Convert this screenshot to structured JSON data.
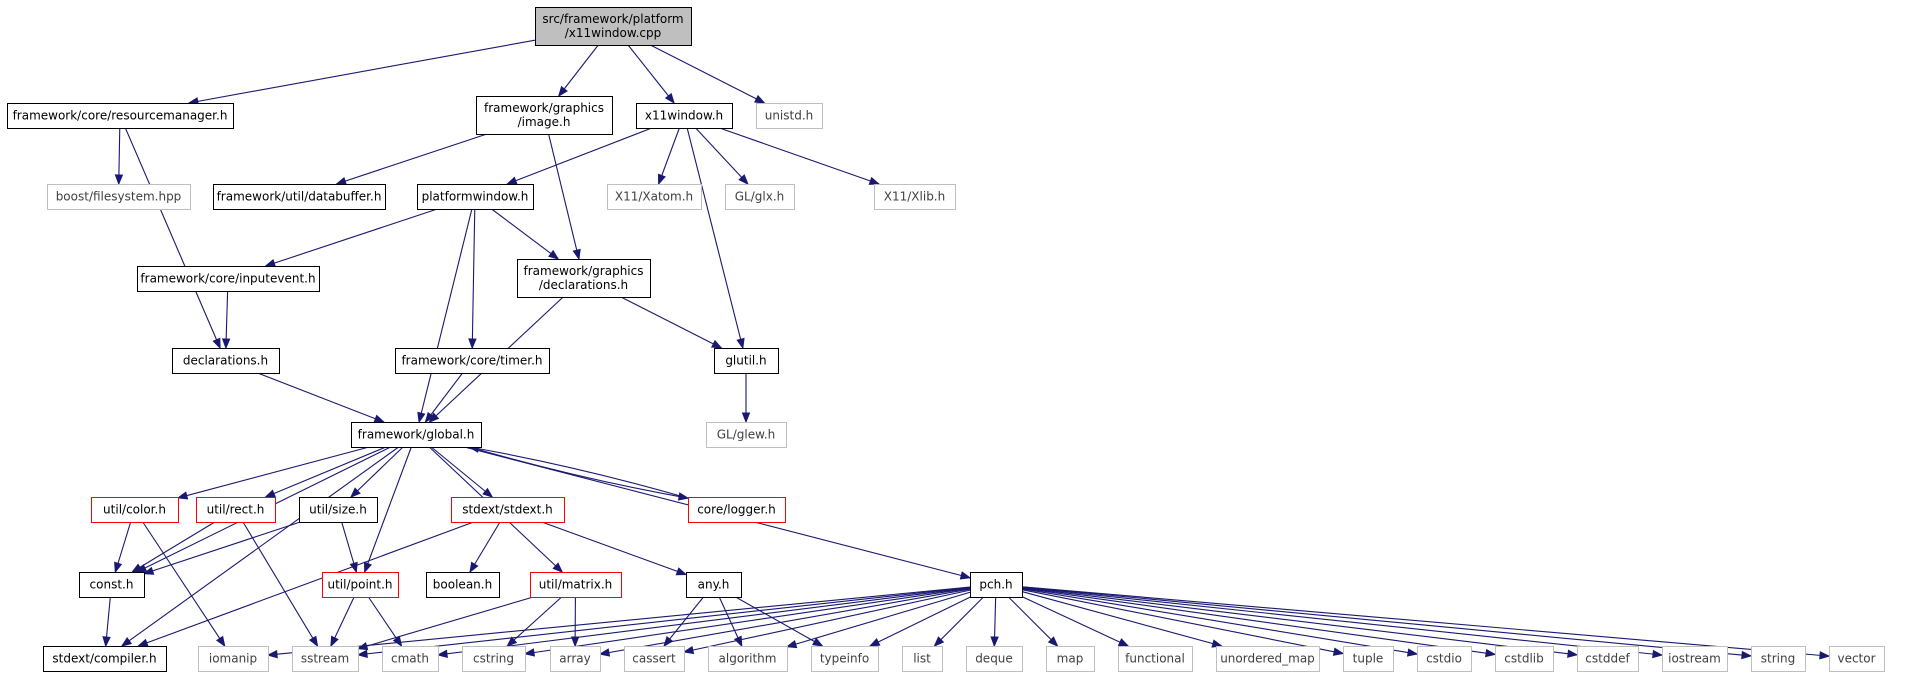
{
  "diagram": {
    "title": "",
    "colors": {
      "edge": "#191970",
      "root_fill": "#bfbfbf",
      "normal_border": "#000000",
      "truncated_border": "#ff0000",
      "external_border": "#bfbfbf",
      "external_text": "#404040",
      "text": "#000000"
    },
    "nodes": [
      {
        "id": "root",
        "lines": [
          "src/framework/platform",
          "/x11window.cpp"
        ],
        "kind": "root"
      },
      {
        "id": "resourcemanager",
        "lines": [
          "framework/core/resourcemanager.h"
        ],
        "kind": "normal"
      },
      {
        "id": "image",
        "lines": [
          "framework/graphics",
          "/image.h"
        ],
        "kind": "normal"
      },
      {
        "id": "x11window_h",
        "lines": [
          "x11window.h"
        ],
        "kind": "normal"
      },
      {
        "id": "unistd",
        "lines": [
          "unistd.h"
        ],
        "kind": "external"
      },
      {
        "id": "boost_fs",
        "lines": [
          "boost/filesystem.hpp"
        ],
        "kind": "external"
      },
      {
        "id": "databuffer",
        "lines": [
          "framework/util/databuffer.h"
        ],
        "kind": "normal"
      },
      {
        "id": "platformwindow",
        "lines": [
          "platformwindow.h"
        ],
        "kind": "normal"
      },
      {
        "id": "xatom",
        "lines": [
          "X11/Xatom.h"
        ],
        "kind": "external"
      },
      {
        "id": "glx",
        "lines": [
          "GL/glx.h"
        ],
        "kind": "external"
      },
      {
        "id": "xlib",
        "lines": [
          "X11/Xlib.h"
        ],
        "kind": "external"
      },
      {
        "id": "inputevent",
        "lines": [
          "framework/core/inputevent.h"
        ],
        "kind": "normal"
      },
      {
        "id": "gdecl",
        "lines": [
          "framework/graphics",
          "/declarations.h"
        ],
        "kind": "normal"
      },
      {
        "id": "declarations",
        "lines": [
          "declarations.h"
        ],
        "kind": "normal"
      },
      {
        "id": "timer",
        "lines": [
          "framework/core/timer.h"
        ],
        "kind": "normal"
      },
      {
        "id": "glutil",
        "lines": [
          "glutil.h"
        ],
        "kind": "normal"
      },
      {
        "id": "glew",
        "lines": [
          "GL/glew.h"
        ],
        "kind": "external"
      },
      {
        "id": "global",
        "lines": [
          "framework/global.h"
        ],
        "kind": "normal"
      },
      {
        "id": "color",
        "lines": [
          "util/color.h"
        ],
        "kind": "truncated"
      },
      {
        "id": "rect",
        "lines": [
          "util/rect.h"
        ],
        "kind": "truncated"
      },
      {
        "id": "size",
        "lines": [
          "util/size.h"
        ],
        "kind": "normal"
      },
      {
        "id": "stdext",
        "lines": [
          "stdext/stdext.h"
        ],
        "kind": "truncated"
      },
      {
        "id": "logger",
        "lines": [
          "core/logger.h"
        ],
        "kind": "truncated"
      },
      {
        "id": "const",
        "lines": [
          "const.h"
        ],
        "kind": "normal"
      },
      {
        "id": "point",
        "lines": [
          "util/point.h"
        ],
        "kind": "truncated"
      },
      {
        "id": "boolean",
        "lines": [
          "boolean.h"
        ],
        "kind": "normal"
      },
      {
        "id": "matrix",
        "lines": [
          "util/matrix.h"
        ],
        "kind": "truncated"
      },
      {
        "id": "any",
        "lines": [
          "any.h"
        ],
        "kind": "normal"
      },
      {
        "id": "pch",
        "lines": [
          "pch.h"
        ],
        "kind": "normal"
      },
      {
        "id": "compiler",
        "lines": [
          "stdext/compiler.h"
        ],
        "kind": "normal"
      },
      {
        "id": "iomanip",
        "lines": [
          "iomanip"
        ],
        "kind": "external"
      },
      {
        "id": "sstream",
        "lines": [
          "sstream"
        ],
        "kind": "external"
      },
      {
        "id": "cmath",
        "lines": [
          "cmath"
        ],
        "kind": "external"
      },
      {
        "id": "cstring",
        "lines": [
          "cstring"
        ],
        "kind": "external"
      },
      {
        "id": "array",
        "lines": [
          "array"
        ],
        "kind": "external"
      },
      {
        "id": "cassert",
        "lines": [
          "cassert"
        ],
        "kind": "external"
      },
      {
        "id": "algorithm",
        "lines": [
          "algorithm"
        ],
        "kind": "external"
      },
      {
        "id": "typeinfo",
        "lines": [
          "typeinfo"
        ],
        "kind": "external"
      },
      {
        "id": "list",
        "lines": [
          "list"
        ],
        "kind": "external"
      },
      {
        "id": "deque",
        "lines": [
          "deque"
        ],
        "kind": "external"
      },
      {
        "id": "map",
        "lines": [
          "map"
        ],
        "kind": "external"
      },
      {
        "id": "functional",
        "lines": [
          "functional"
        ],
        "kind": "external"
      },
      {
        "id": "unordered_map",
        "lines": [
          "unordered_map"
        ],
        "kind": "external"
      },
      {
        "id": "tuple",
        "lines": [
          "tuple"
        ],
        "kind": "external"
      },
      {
        "id": "cstdio",
        "lines": [
          "cstdio"
        ],
        "kind": "external"
      },
      {
        "id": "cstdlib",
        "lines": [
          "cstdlib"
        ],
        "kind": "external"
      },
      {
        "id": "cstddef",
        "lines": [
          "cstddef"
        ],
        "kind": "external"
      },
      {
        "id": "iostream",
        "lines": [
          "iostream"
        ],
        "kind": "external"
      },
      {
        "id": "string",
        "lines": [
          "string"
        ],
        "kind": "external"
      },
      {
        "id": "vector",
        "lines": [
          "vector"
        ],
        "kind": "external"
      }
    ],
    "edges": [
      [
        "root",
        "resourcemanager"
      ],
      [
        "root",
        "image"
      ],
      [
        "root",
        "x11window_h"
      ],
      [
        "root",
        "unistd"
      ],
      [
        "resourcemanager",
        "boost_fs"
      ],
      [
        "resourcemanager",
        "declarations"
      ],
      [
        "image",
        "databuffer"
      ],
      [
        "image",
        "gdecl"
      ],
      [
        "x11window_h",
        "platformwindow"
      ],
      [
        "x11window_h",
        "xatom"
      ],
      [
        "x11window_h",
        "glx"
      ],
      [
        "x11window_h",
        "xlib"
      ],
      [
        "x11window_h",
        "glutil"
      ],
      [
        "platformwindow",
        "inputevent"
      ],
      [
        "platformwindow",
        "gdecl"
      ],
      [
        "platformwindow",
        "timer"
      ],
      [
        "platformwindow",
        "global"
      ],
      [
        "inputevent",
        "declarations"
      ],
      [
        "gdecl",
        "glutil"
      ],
      [
        "gdecl",
        "global"
      ],
      [
        "declarations",
        "global"
      ],
      [
        "timer",
        "global"
      ],
      [
        "glutil",
        "glew"
      ],
      [
        "global",
        "color"
      ],
      [
        "global",
        "rect"
      ],
      [
        "global",
        "size"
      ],
      [
        "global",
        "stdext"
      ],
      [
        "global",
        "logger"
      ],
      [
        "global",
        "const"
      ],
      [
        "global",
        "point"
      ],
      [
        "global",
        "matrix"
      ],
      [
        "global",
        "pch"
      ],
      [
        "global",
        "compiler"
      ],
      [
        "logger",
        "global"
      ],
      [
        "color",
        "const"
      ],
      [
        "color",
        "iomanip"
      ],
      [
        "rect",
        "const"
      ],
      [
        "rect",
        "sstream"
      ],
      [
        "size",
        "const"
      ],
      [
        "size",
        "point"
      ],
      [
        "stdext",
        "compiler"
      ],
      [
        "stdext",
        "boolean"
      ],
      [
        "stdext",
        "any"
      ],
      [
        "const",
        "compiler"
      ],
      [
        "point",
        "sstream"
      ],
      [
        "point",
        "cmath"
      ],
      [
        "matrix",
        "sstream"
      ],
      [
        "matrix",
        "cstring"
      ],
      [
        "matrix",
        "array"
      ],
      [
        "any",
        "cassert"
      ],
      [
        "any",
        "algorithm"
      ],
      [
        "any",
        "typeinfo"
      ],
      [
        "pch",
        "iomanip"
      ],
      [
        "pch",
        "sstream"
      ],
      [
        "pch",
        "cmath"
      ],
      [
        "pch",
        "cstring"
      ],
      [
        "pch",
        "array"
      ],
      [
        "pch",
        "cassert"
      ],
      [
        "pch",
        "algorithm"
      ],
      [
        "pch",
        "typeinfo"
      ],
      [
        "pch",
        "list"
      ],
      [
        "pch",
        "deque"
      ],
      [
        "pch",
        "map"
      ],
      [
        "pch",
        "functional"
      ],
      [
        "pch",
        "unordered_map"
      ],
      [
        "pch",
        "tuple"
      ],
      [
        "pch",
        "cstdio"
      ],
      [
        "pch",
        "cstdlib"
      ],
      [
        "pch",
        "cstddef"
      ],
      [
        "pch",
        "iostream"
      ],
      [
        "pch",
        "string"
      ],
      [
        "pch",
        "vector"
      ]
    ]
  }
}
